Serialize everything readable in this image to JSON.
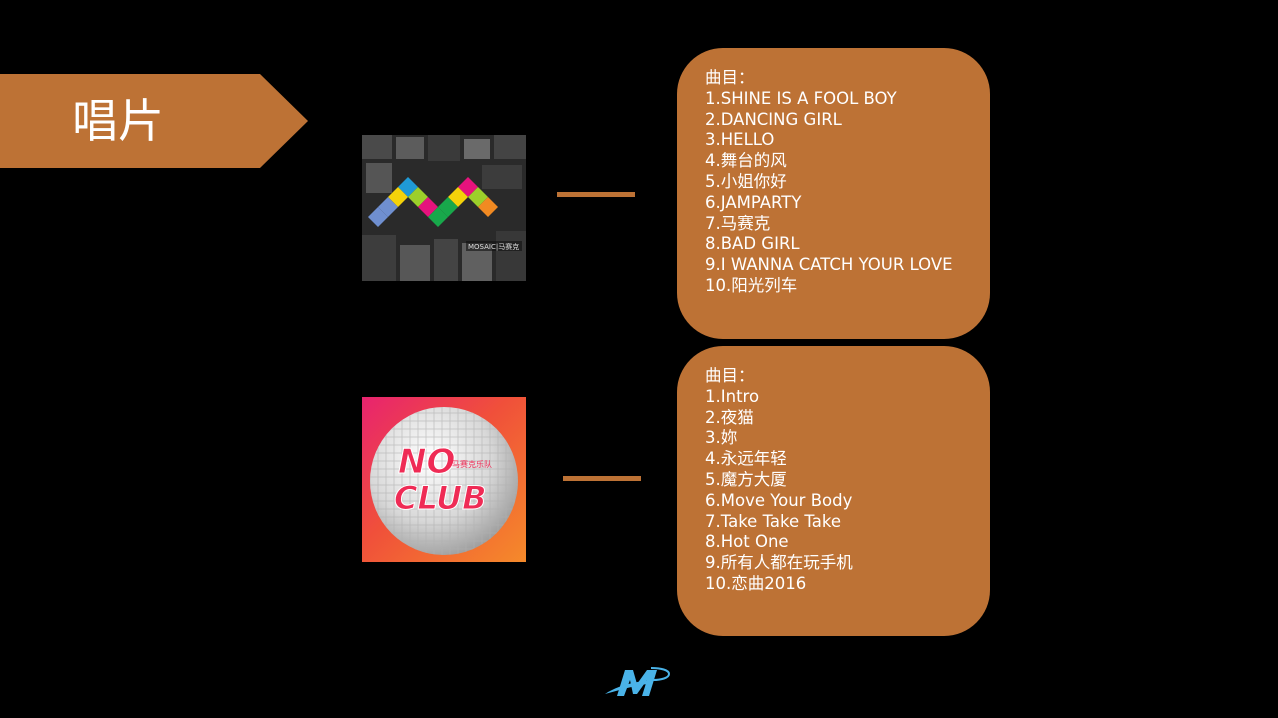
{
  "slide": {
    "title": "唱片",
    "accent_color": "#bd7235"
  },
  "albums": [
    {
      "cover_label": "MOSAIC|马赛克",
      "tracklist": {
        "heading": "曲目：",
        "tracks": [
          "1.SHINE IS A FOOL BOY",
          "2.DANCING GIRL",
          "3.HELLO",
          "4.舞台的风",
          "5.小姐你好",
          "6.JAMPARTY",
          "7.马赛克",
          "8.BAD GIRL",
          "9.I WANNA CATCH YOUR LOVE",
          "10.阳光列车"
        ]
      }
    },
    {
      "cover_text_line1": "NO",
      "cover_text_line2": "CLUB",
      "cover_label": "马赛克乐队",
      "tracklist": {
        "heading": "曲目：",
        "tracks": [
          "1.Intro",
          "2.夜猫",
          "3.妳",
          "4.永远年轻",
          "5.魔方大厦",
          "6.Move Your Body",
          "7.Take Take Take",
          "8.Hot One",
          "9.所有人都在玩手机",
          "10.恋曲2016"
        ]
      }
    }
  ],
  "logo": {
    "icon": "m-logo-icon"
  }
}
